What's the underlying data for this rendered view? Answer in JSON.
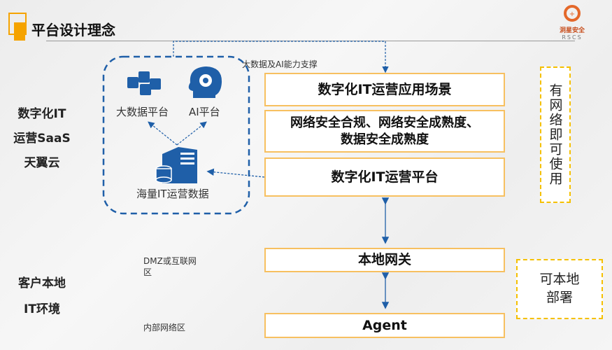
{
  "header": {
    "title": "平台设计理念",
    "logo_cn": "洞星安全",
    "logo_en": "RSCS"
  },
  "cloud_group": {
    "big_data": "大数据平台",
    "ai": "AI平台",
    "data": "海量IT运营数据",
    "support_label": "大数据及AI能力支撑"
  },
  "left_labels": {
    "cloud": [
      "数字化IT",
      "运营SaaS",
      "天翼云"
    ],
    "local": [
      "客户本地",
      "IT环境"
    ]
  },
  "zones": {
    "dmz": [
      "DMZ或互联网",
      "区"
    ],
    "internal": "内部网络区"
  },
  "boxes": {
    "scenarios": "数字化IT运营应用场景",
    "compliance": [
      "网络安全合规、网络安全成熟度、",
      "数据安全成熟度"
    ],
    "platform": "数字化IT运营平台",
    "gateway": "本地网关",
    "agent": "Agent"
  },
  "side_notes": {
    "network": "有网络即可使用",
    "local_deploy": [
      "可本地",
      "部署"
    ]
  },
  "colors": {
    "accent": "#f5a300",
    "blue": "#1f5fa8",
    "box_border": "#f7c060"
  }
}
